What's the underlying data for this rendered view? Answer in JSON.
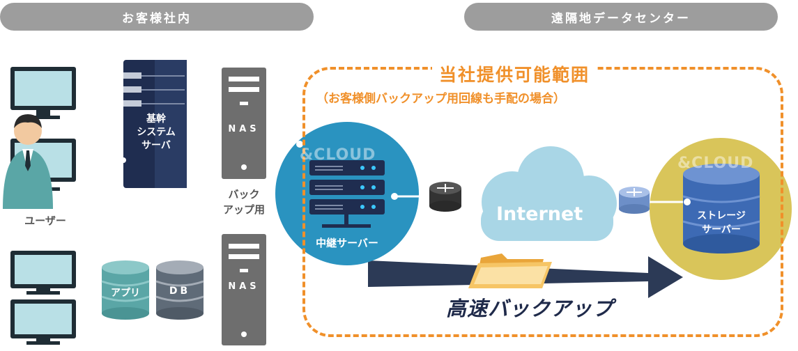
{
  "header": {
    "left_pill": "お客様社内",
    "right_pill": "遠隔地データセンター"
  },
  "scope": {
    "title": "当社提供可能範囲",
    "subtitle": "（お客様側バックアップ用回線も手配の場合）"
  },
  "customer": {
    "user_label": "ユーザー",
    "core_system_label": "基幹\nシステム\nサーバ",
    "nas_top_label": "NAS",
    "nas_bottom_label": "NAS",
    "backup_label": "バック\nアップ用",
    "app_label": "アプリ",
    "db_label": "DB"
  },
  "relay": {
    "cloud_tag": "&CLOUD",
    "label": "中継サーバー"
  },
  "internet_label": "Internet",
  "storage": {
    "cloud_tag": "&CLOUD",
    "label": "ストレージ\nサーバー"
  },
  "fast_backup_label": "高速バックアップ",
  "colors": {
    "orange": "#f0902a",
    "relay_blue": "#2a93c0",
    "storage_yellow": "#d9c55a",
    "storage_db": "#3d6ab4",
    "navy": "#2c3a56",
    "cloud": "#a9d6e6",
    "pill_gray": "#9d9d9d",
    "app_teal": "#5aa6a6",
    "db_gray": "#5f6b78"
  },
  "icons": [
    "monitor-icon",
    "user-icon",
    "rack-server-icon",
    "nas-tower-icon",
    "database-icon",
    "router-icon",
    "cloud-icon",
    "folder-icon",
    "arrow-icon"
  ]
}
